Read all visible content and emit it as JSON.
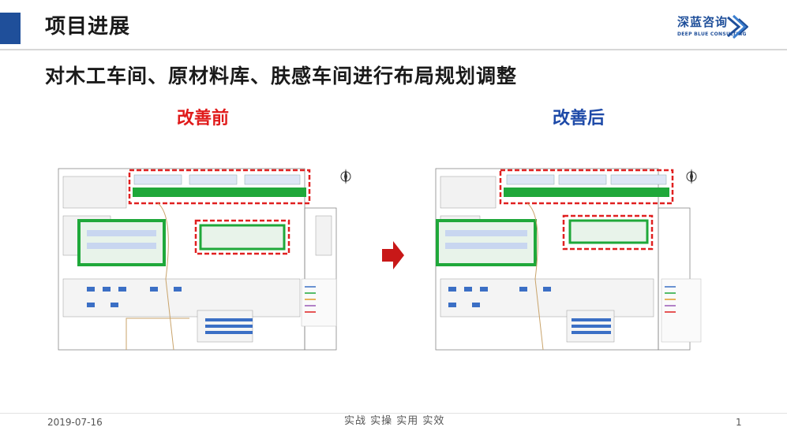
{
  "colors": {
    "accent_blue": "#1f4f9a",
    "before_red": "#e01b1b",
    "after_blue": "#1e4aa8",
    "zone_red": "#e02020",
    "zone_green": "#1fa83a"
  },
  "header": {
    "title": "项目进展"
  },
  "logo": {
    "name_cn": "深蓝咨询",
    "name_en": "DEEP BLUE CONSULTING",
    "icon": "deep-blue-logo-mark"
  },
  "subtitle": "对木工车间、原材料库、肤感车间进行布局规划调整",
  "comparison": {
    "before_label": "改善前",
    "after_label": "改善后",
    "arrow_icon": "right-arrow-icon"
  },
  "footer": {
    "date": "2019-07-16",
    "tagline": "实战  实操  实用  实效",
    "page": "1"
  }
}
